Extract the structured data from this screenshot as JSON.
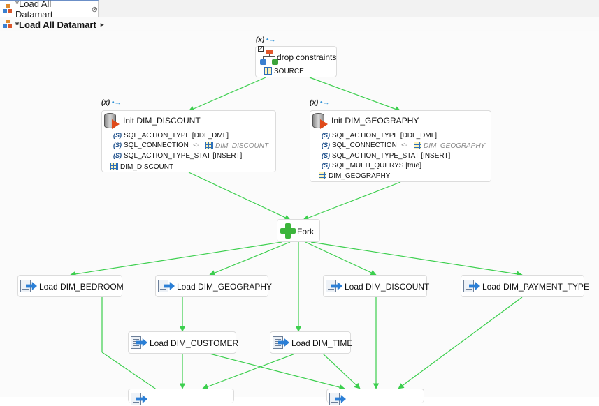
{
  "tab": {
    "title": "*Load All Datamart",
    "close_glyph": "⊗"
  },
  "breadcrumb": {
    "title": "*Load All Datamart",
    "arrow": "▸"
  },
  "marker": {
    "var": "(x)",
    "link": "•→"
  },
  "nodes": {
    "drop_constraints": {
      "title": "drop constraints",
      "source": "SOURCE"
    },
    "init_dim_discount": {
      "title": "Init DIM_DISCOUNT",
      "rows": [
        {
          "label": "SQL_ACTION_TYPE [DDL_DML]"
        },
        {
          "label": "SQL_CONNECTION",
          "arrow": "<-",
          "ref": "DIM_DISCOUNT"
        },
        {
          "label": "SQL_ACTION_TYPE_STAT [INSERT]"
        }
      ],
      "table": "DIM_DISCOUNT"
    },
    "init_dim_geography": {
      "title": "Init DIM_GEOGRAPHY",
      "rows": [
        {
          "label": "SQL_ACTION_TYPE [DDL_DML]"
        },
        {
          "label": "SQL_CONNECTION",
          "arrow": "<-",
          "ref": "DIM_GEOGRAPHY"
        },
        {
          "label": "SQL_ACTION_TYPE_STAT [INSERT]"
        },
        {
          "label": "SQL_MULTI_QUERYS [true]"
        }
      ],
      "table": "DIM_GEOGRAPHY"
    },
    "fork": {
      "title": "Fork"
    },
    "load_dim_bedroom": {
      "title": "Load DIM_BEDROOM"
    },
    "load_dim_geography": {
      "title": "Load DIM_GEOGRAPHY"
    },
    "load_dim_discount": {
      "title": "Load DIM_DISCOUNT"
    },
    "load_dim_payment_type": {
      "title": "Load DIM_PAYMENT_TYPE"
    },
    "load_dim_customer": {
      "title": "Load DIM_CUSTOMER"
    },
    "load_dim_time": {
      "title": "Load DIM_TIME"
    }
  },
  "colors": {
    "edge": "#3ccf4e",
    "accent": "#6b8fc7"
  }
}
